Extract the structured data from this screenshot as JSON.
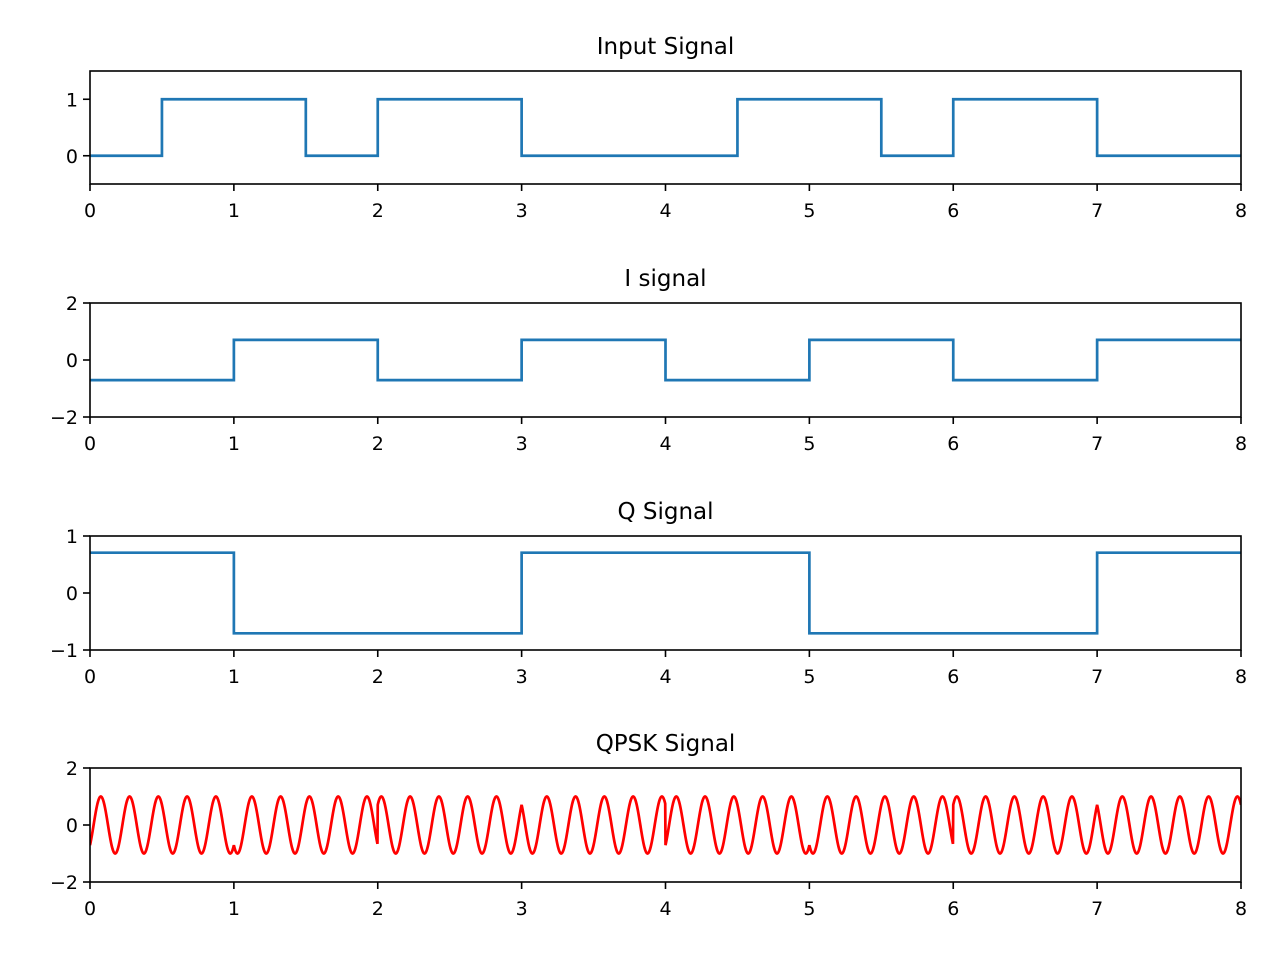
{
  "chart_data": [
    {
      "type": "line",
      "title": "Input Signal",
      "xlabel": "",
      "ylabel": "",
      "xlim": [
        0,
        8
      ],
      "ylim": [
        -0.5,
        1.5
      ],
      "x_ticks": [
        "0",
        "1",
        "2",
        "3",
        "4",
        "5",
        "6",
        "7",
        "8"
      ],
      "y_ticks": [
        "0",
        "1"
      ],
      "grid": false,
      "color": "#1f77b4",
      "series": [
        {
          "style": "step",
          "x": [
            0,
            0.5,
            0.5,
            1.5,
            1.5,
            2,
            2,
            3,
            3,
            4.5,
            4.5,
            5.5,
            5.5,
            6,
            6,
            7,
            7,
            8
          ],
          "y": [
            0,
            0,
            1,
            1,
            0,
            0,
            1,
            1,
            0,
            0,
            1,
            1,
            0,
            0,
            1,
            1,
            0,
            0
          ]
        }
      ]
    },
    {
      "type": "line",
      "title": "I signal",
      "xlabel": "",
      "ylabel": "",
      "xlim": [
        0,
        8
      ],
      "ylim": [
        -2,
        2
      ],
      "x_ticks": [
        "0",
        "1",
        "2",
        "3",
        "4",
        "5",
        "6",
        "7",
        "8"
      ],
      "y_ticks": [
        "−2",
        "0",
        "2"
      ],
      "grid": false,
      "color": "#1f77b4",
      "series": [
        {
          "style": "step",
          "x": [
            0,
            1,
            1,
            2,
            2,
            3,
            3,
            4,
            4,
            5,
            5,
            6,
            6,
            7,
            7,
            8
          ],
          "y": [
            -0.707,
            -0.707,
            0.707,
            0.707,
            -0.707,
            -0.707,
            0.707,
            0.707,
            -0.707,
            -0.707,
            0.707,
            0.707,
            -0.707,
            -0.707,
            0.707,
            0.707
          ]
        }
      ]
    },
    {
      "type": "line",
      "title": "Q Signal",
      "xlabel": "",
      "ylabel": "",
      "xlim": [
        0,
        8
      ],
      "ylim": [
        -1,
        1
      ],
      "x_ticks": [
        "0",
        "1",
        "2",
        "3",
        "4",
        "5",
        "6",
        "7",
        "8"
      ],
      "y_ticks": [
        "−1",
        "0",
        "1"
      ],
      "grid": false,
      "color": "#1f77b4",
      "series": [
        {
          "style": "step",
          "x": [
            0,
            1,
            1,
            3,
            3,
            5,
            5,
            7,
            7,
            8
          ],
          "y": [
            0.707,
            0.707,
            -0.707,
            -0.707,
            0.707,
            0.707,
            -0.707,
            -0.707,
            0.707,
            0.707
          ]
        }
      ]
    },
    {
      "type": "line",
      "title": "QPSK Signal",
      "xlabel": "",
      "ylabel": "",
      "xlim": [
        0,
        8
      ],
      "ylim": [
        -2,
        2
      ],
      "x_ticks": [
        "0",
        "1",
        "2",
        "3",
        "4",
        "5",
        "6",
        "7",
        "8"
      ],
      "y_ticks": [
        "−2",
        "0",
        "2"
      ],
      "grid": false,
      "color": "#ff0000",
      "series": [
        {
          "style": "carrier",
          "amplitude": 1,
          "cycles_per_unit": 5,
          "phase_deg": [
            225,
            135,
            315,
            45,
            225,
            135,
            315,
            45
          ]
        }
      ]
    }
  ]
}
